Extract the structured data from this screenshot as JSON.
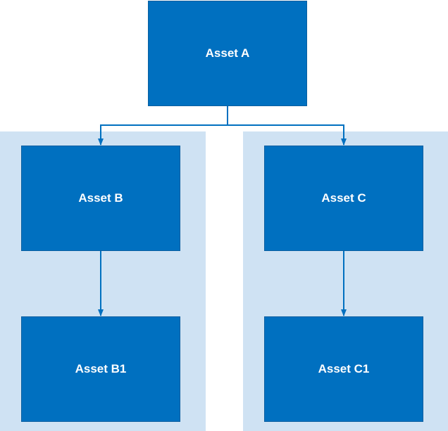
{
  "nodes": {
    "asset_a": "Asset A",
    "asset_b": "Asset B",
    "asset_c": "Asset C",
    "asset_b1": "Asset B1",
    "asset_c1": "Asset C1"
  },
  "colors": {
    "node_fill": "#0070c0",
    "node_text": "#ffffff",
    "group_fill": "#cfe2f3",
    "connector": "#0070c0"
  }
}
